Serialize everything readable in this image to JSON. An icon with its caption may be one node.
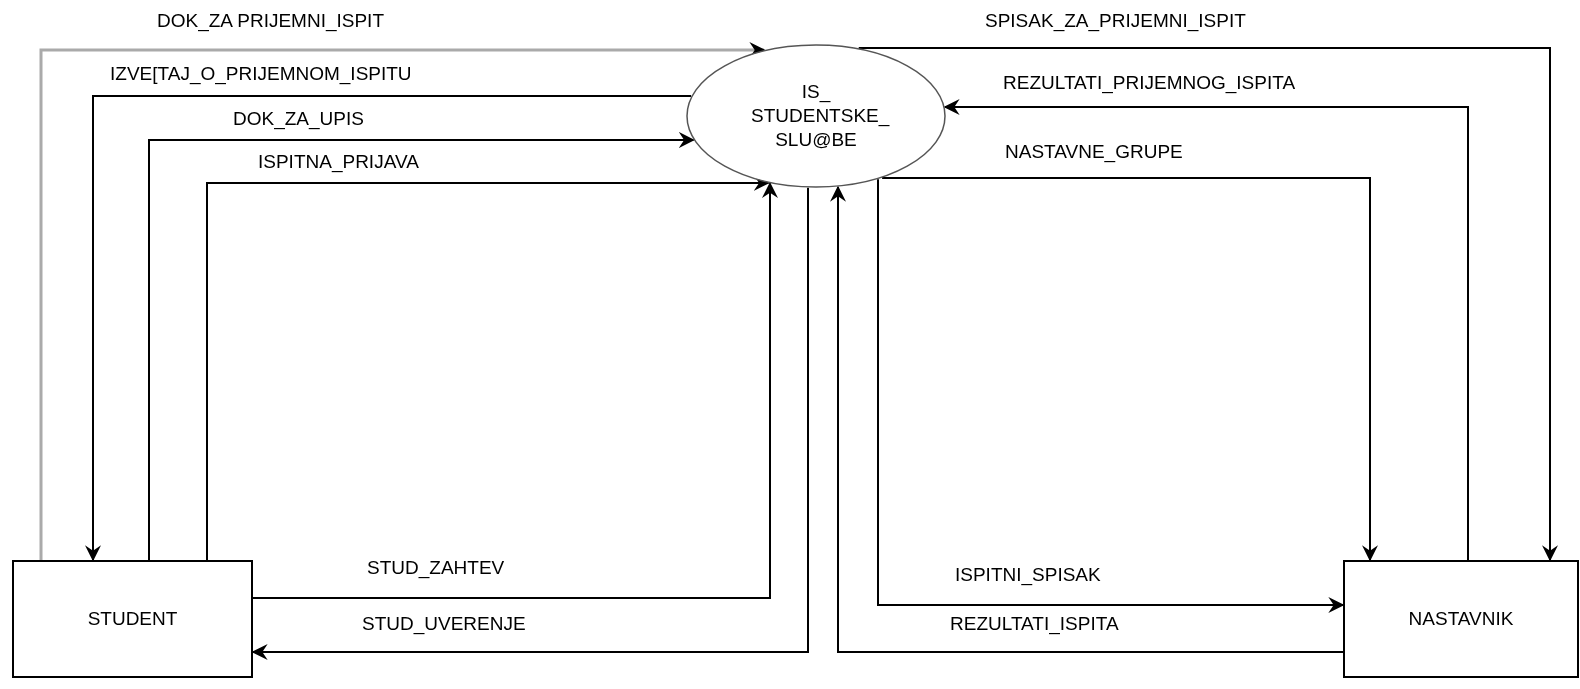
{
  "diagram": {
    "nodes": [
      {
        "text": [
          "IS_ STUDENTSKE_ SLU@BE"
        ]
      },
      {
        "text": [
          "STUDENT"
        ]
      },
      {
        "text": [
          "NASTAVNIK"
        ]
      }
    ],
    "edges": [
      {
        "from": 1,
        "to": 0,
        "arrow": "to",
        "label": "DOK_ZA PRIJEMNI_ISPIT",
        "color": "#aaaaaa"
      },
      {
        "from": 0,
        "to": 1,
        "arrow": "to",
        "label": "IZVE[TAJ_O_PRIJEMNOM_ISPITU"
      },
      {
        "from": 1,
        "to": 0,
        "arrow": "to",
        "label": "DOK_ZA_UPIS"
      },
      {
        "from": 1,
        "to": 0,
        "arrow": "to",
        "label": "ISPITNA_PRIJAVA"
      },
      {
        "from": 1,
        "to": 0,
        "arrow": "to",
        "label": "STUD_ZAHTEV"
      },
      {
        "from": 0,
        "to": 1,
        "arrow": "to",
        "label": "STUD_UVERENJE"
      },
      {
        "from": 0,
        "to": 2,
        "arrow": "to",
        "label": "SPISAK_ZA_PRIJEMNI_ISPIT"
      },
      {
        "from": 2,
        "to": 0,
        "arrow": "to",
        "label": "REZULTATI_PRIJEMNOG_ISPITA"
      },
      {
        "from": 0,
        "to": 2,
        "arrow": "to",
        "label": "NASTAVNE_GRUPE"
      },
      {
        "from": 0,
        "to": 2,
        "arrow": "to",
        "label": "ISPITNI_SPISAK"
      },
      {
        "from": 2,
        "to": 0,
        "arrow": "to",
        "label": "REZULTATI_ISPITA"
      }
    ]
  }
}
